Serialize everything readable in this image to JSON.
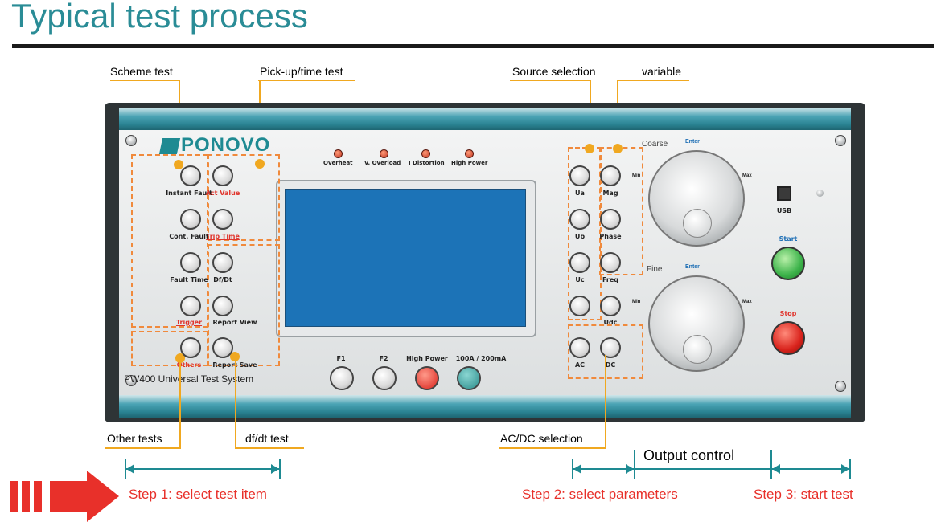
{
  "title": "Typical test process",
  "callouts": {
    "scheme_test": "Scheme test",
    "pickup_time_test": "Pick-up/time test",
    "source_selection": "Source selection",
    "variable": "variable",
    "other_tests": "Other tests",
    "dfdt_test": "df/dt test",
    "acdc_selection": "AC/DC selection",
    "output_control": "Output control"
  },
  "steps": {
    "step1": "Step 1: select test item",
    "step2": "Step 2: select parameters",
    "step3": "Step 3: start test"
  },
  "device": {
    "brand": "PONOVO",
    "model": "PW400 Universal Test System",
    "leds": [
      "Overheat",
      "V. Overload",
      "I Distortion",
      "High Power"
    ],
    "left_col": [
      "Instant Fault",
      "Cont. Fault",
      "Fault Time",
      "Trigger",
      "Others"
    ],
    "mid_col": [
      "Act Value",
      "Trip Time",
      "Df/Dt",
      "Report View",
      "Report Save"
    ],
    "bottom_buttons": [
      "F1",
      "F2",
      "High Power",
      "100A / 200mA"
    ],
    "source_col": [
      "Ua",
      "Ub",
      "Uc",
      "",
      "AC"
    ],
    "variable_col": [
      "Mag",
      "Phase",
      "Freq",
      "Udc",
      "DC"
    ],
    "knob_coarse": "Coarse",
    "knob_fine": "Fine",
    "enter": "Enter",
    "min": "Min",
    "max": "Max",
    "usb": "USB",
    "start": "Start",
    "stop": "Stop"
  },
  "colors": {
    "title": "#2a8c96",
    "callout_line": "#f0a820",
    "dashed_box": "#f08a3c",
    "step_text": "#e8302a",
    "bracket": "#1e8a92",
    "screen": "#1c73b7",
    "start_button": "#3cb34a",
    "stop_button": "#d9231c"
  }
}
